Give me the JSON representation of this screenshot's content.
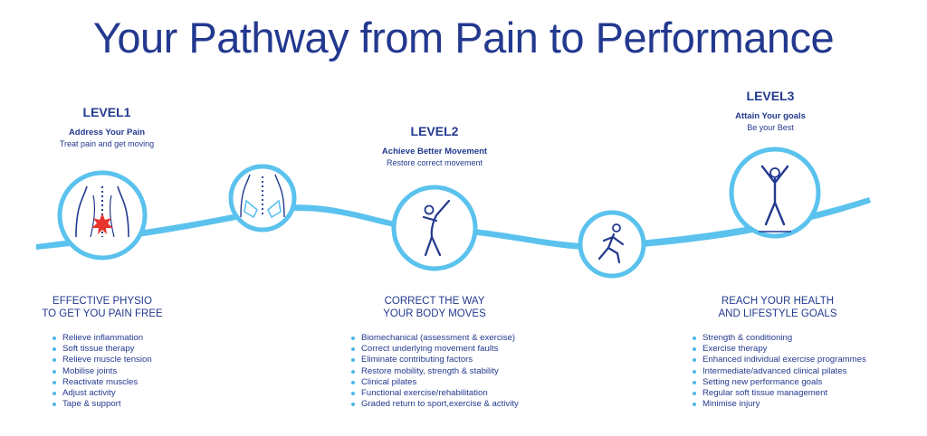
{
  "title": "Your Pathway from Pain to Performance",
  "colors": {
    "primary": "#23398f",
    "accent": "#5bc2ee",
    "pain": "#e8342e"
  },
  "icons": [
    "back-pain-icon",
    "massage-hands-icon",
    "stretching-person-icon",
    "running-person-icon",
    "jumping-person-icon"
  ],
  "levels": [
    {
      "label": "LEVEL1",
      "subtitle": "Address Your Pain",
      "description": "Treat pain and get moving"
    },
    {
      "label": "LEVEL2",
      "subtitle": "Achieve Better Movement",
      "description": "Restore correct movement"
    },
    {
      "label": "LEVEL3",
      "subtitle": "Attain Your goals",
      "description": "Be your Best"
    }
  ],
  "sections": [
    {
      "line1": "EFFECTIVE PHYSIO",
      "line2": "TO GET YOU PAIN FREE",
      "items": [
        "Relieve inflammation",
        "Soft tissue therapy",
        "Relieve muscle tension",
        "Mobilise joints",
        "Reactivate muscles",
        "Adjust activity",
        "Tape & support"
      ]
    },
    {
      "line1": "CORRECT THE WAY",
      "line2": "YOUR BODY MOVES",
      "items": [
        "Biomechanical (assessment & exercise)",
        "Correct underlying movement faults",
        "Eliminate contributing factors",
        "Restore mobility, strength & stability",
        "Clinical pilates",
        "Functional exercise/rehabilitation",
        "Graded return to sport,exercise & activity"
      ]
    },
    {
      "line1": "REACH YOUR HEALTH",
      "line2": "AND LIFESTYLE GOALS",
      "items": [
        "Strength & conditioning",
        "Exercise therapy",
        "Enhanced individual exercise programmes",
        "Intermediate/advanced clinical pilates",
        "Setting new performance goals",
        "Regular soft tissue management",
        "Minimise injury"
      ]
    }
  ]
}
